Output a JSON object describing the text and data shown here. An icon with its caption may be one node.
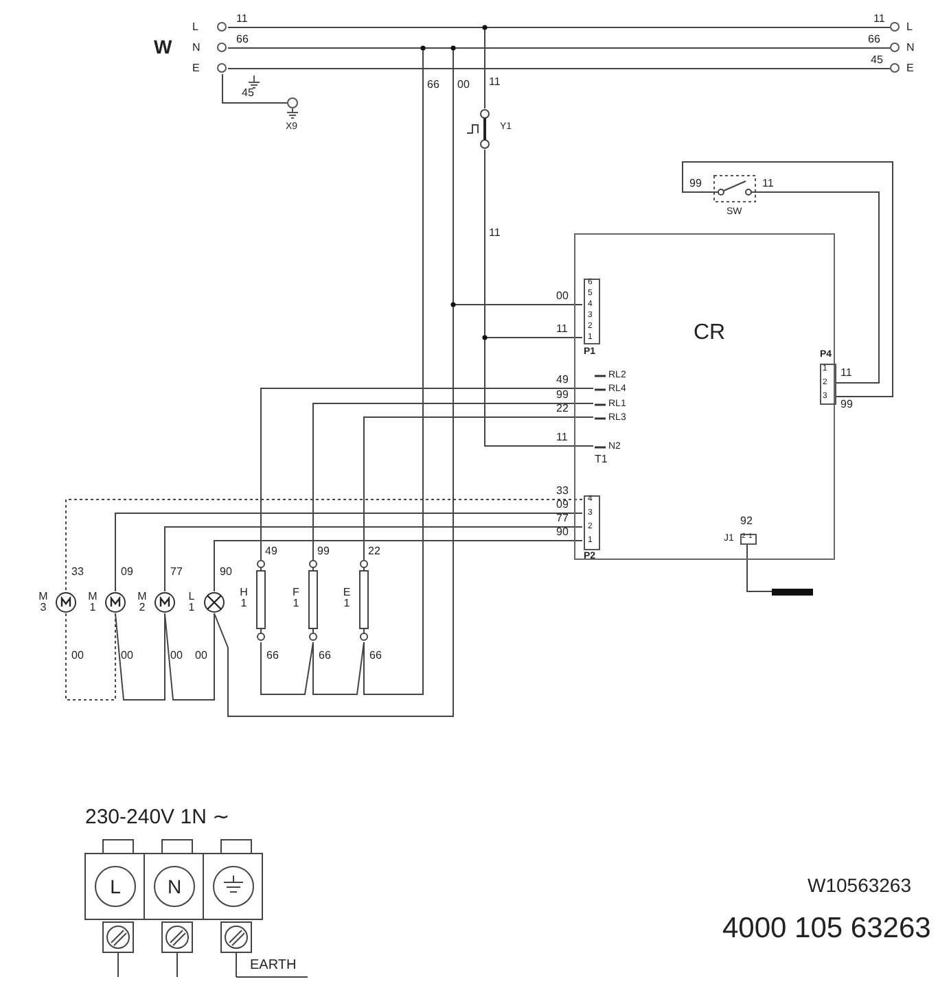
{
  "diagram": {
    "nodes": [
      {
        "text": [
          "L"
        ]
      },
      {
        "text": [
          "N"
        ]
      },
      {
        "text": [
          "E"
        ]
      },
      {
        "text": [
          "X9"
        ]
      },
      {
        "text": [
          "L"
        ],
        "beside": [
          "11"
        ]
      },
      {
        "text": [
          "N"
        ],
        "beside": [
          "66"
        ]
      },
      {
        "text": [
          "E"
        ],
        "beside": [
          "45"
        ]
      },
      {
        "text": [
          "Y1"
        ]
      },
      {
        "text": [
          "SW"
        ],
        "beside": [
          "99",
          "11"
        ]
      },
      {
        "text": [
          "CR"
        ]
      },
      {
        "text": [
          "P1"
        ],
        "in": 9
      },
      {
        "text": [
          "RL2"
        ],
        "in": 9
      },
      {
        "text": [
          "RL4"
        ],
        "in": 9
      },
      {
        "text": [
          "RL1"
        ],
        "in": 9
      },
      {
        "text": [
          "RL3"
        ],
        "in": 9
      },
      {
        "text": [
          "N2"
        ],
        "beside": [
          "T1"
        ],
        "in": 9
      },
      {
        "text": [
          "P4"
        ],
        "in": 9
      },
      {
        "text": [
          "P2"
        ],
        "in": 9
      },
      {
        "text": [
          "J1"
        ],
        "beside": [
          "92"
        ],
        "in": 9
      },
      {
        "text": [],
        "shape": "bar"
      },
      {
        "text": [
          "M 3"
        ],
        "beside": [
          "33",
          "00"
        ]
      },
      {
        "text": [
          "M 1"
        ],
        "beside": [
          "09",
          "00"
        ]
      },
      {
        "text": [
          "M 2"
        ],
        "beside": [
          "77",
          "00"
        ]
      },
      {
        "text": [
          "L 1"
        ],
        "beside": [
          "90",
          "00"
        ]
      },
      {
        "text": [
          "H 1"
        ],
        "beside": [
          "49",
          "66"
        ]
      },
      {
        "text": [
          "F 1"
        ],
        "beside": [
          "99",
          "66"
        ]
      },
      {
        "text": [
          "E 1"
        ],
        "beside": [
          "22",
          "66"
        ]
      },
      {
        "text": [
          "L"
        ]
      },
      {
        "text": [
          "N"
        ]
      },
      {
        "text": [],
        "shape": "circle"
      }
    ],
    "edges": [
      {
        "from": 0,
        "to": 4,
        "arrow": "none",
        "label": "11"
      },
      {
        "from": 1,
        "to": 5,
        "arrow": "none",
        "label": "66"
      },
      {
        "from": 2,
        "to": 6,
        "arrow": "none"
      },
      {
        "from": 2,
        "to": 3,
        "arrow": "none",
        "label": "45"
      },
      {
        "from": 0,
        "to": 7,
        "arrow": "none",
        "label": "11"
      },
      {
        "from": 7,
        "to": 10,
        "arrow": "none",
        "label": "11"
      },
      {
        "from": 7,
        "to": 15,
        "arrow": "none",
        "label": "11"
      },
      {
        "from": 1,
        "to": 10,
        "arrow": "none",
        "label": "00"
      },
      {
        "from": 12,
        "to": 24,
        "arrow": "none",
        "label": "49"
      },
      {
        "from": 13,
        "to": 25,
        "arrow": "none",
        "label": "99"
      },
      {
        "from": 14,
        "to": 26,
        "arrow": "none",
        "label": "22"
      },
      {
        "from": 17,
        "to": 20,
        "arrow": "none",
        "label": "33",
        "style": "dashed"
      },
      {
        "from": 17,
        "to": 21,
        "arrow": "none",
        "label": "09"
      },
      {
        "from": 17,
        "to": 22,
        "arrow": "none",
        "label": "77"
      },
      {
        "from": 17,
        "to": 23,
        "arrow": "none",
        "label": "90"
      },
      {
        "from": 16,
        "to": 8,
        "arrow": "none",
        "label": "11"
      },
      {
        "from": 16,
        "to": 8,
        "arrow": "none",
        "label": "99"
      },
      {
        "from": 18,
        "to": 19,
        "arrow": "none"
      },
      {
        "from": 20,
        "to": 21,
        "arrow": "none",
        "style": "dashed"
      },
      {
        "from": 21,
        "to": 22,
        "arrow": "none"
      },
      {
        "from": 22,
        "to": 23,
        "arrow": "none"
      },
      {
        "from": 23,
        "to": 1,
        "arrow": "none",
        "label": "00"
      },
      {
        "from": 24,
        "to": 25,
        "arrow": "none"
      },
      {
        "from": 25,
        "to": 26,
        "arrow": "none"
      },
      {
        "from": 26,
        "to": 1,
        "arrow": "none",
        "label": "66"
      }
    ],
    "labels": [
      "W",
      "11",
      "6",
      "5",
      "4",
      "3",
      "2",
      "1",
      "1",
      "2",
      "3",
      "4",
      "3",
      "2",
      "1",
      "2",
      "1",
      "230-240V 1N ∼",
      "EARTH",
      "W10563263",
      "4000 105 63263"
    ]
  }
}
